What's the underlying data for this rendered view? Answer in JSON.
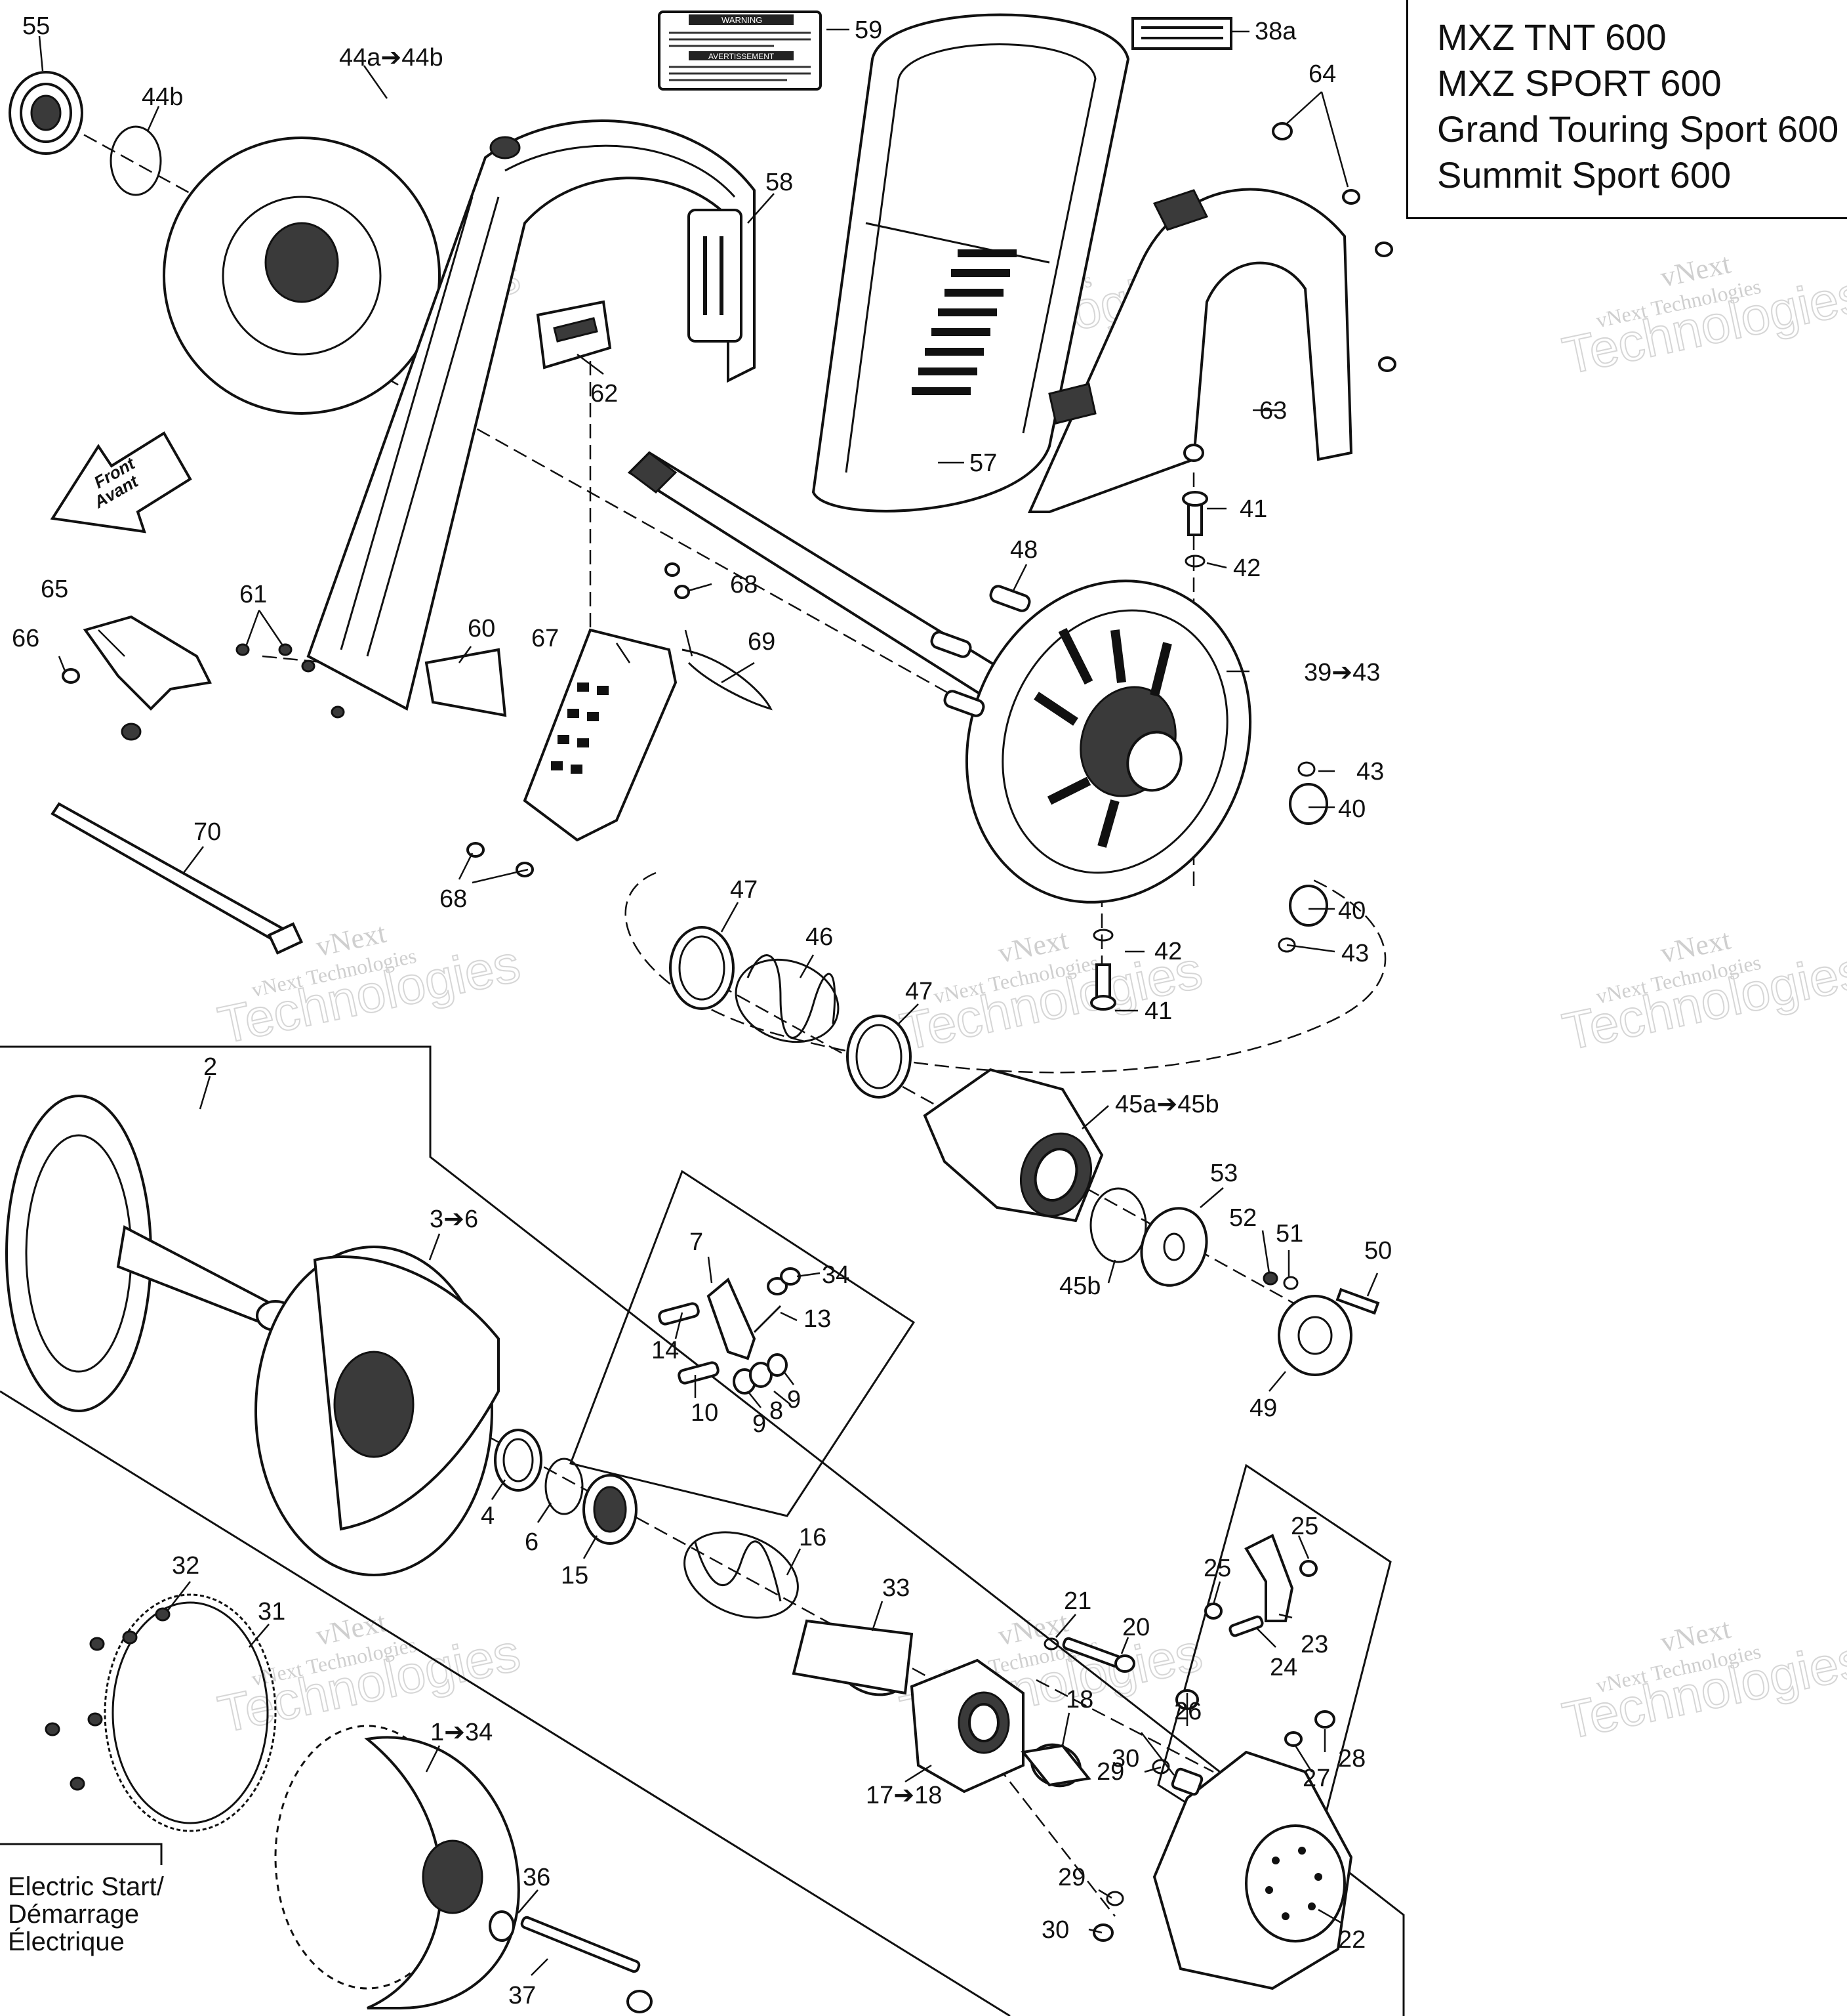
{
  "title": {
    "models": [
      "MXZ TNT 600",
      "MXZ SPORT 600",
      "Grand Touring Sport 600",
      "Summit Sport 600"
    ]
  },
  "direction_arrow": {
    "line1": "Front",
    "line2": "Avant"
  },
  "electric_start": {
    "line1": "Electric Start/",
    "line2": "Démarrage",
    "line3": "Électrique"
  },
  "watermark": {
    "brand": "vNext",
    "small": "vNext Technologies",
    "large": "Technologies"
  },
  "warning_label": {
    "heading1": "WARNING",
    "heading2": "AVERTISSEMENT"
  },
  "callouts": {
    "c55": "55",
    "c44a": "44a➔44b",
    "c44b": "44b",
    "c59": "59",
    "c38a": "38a",
    "c64": "64",
    "c58": "58",
    "c62": "62",
    "c57": "57",
    "c63": "63",
    "c41a": "41",
    "c42a": "42",
    "c48": "48",
    "c65": "65",
    "c66": "66",
    "c61": "61",
    "c60": "60",
    "c68a": "68",
    "c67": "67",
    "c69": "69",
    "c39": "39➔43",
    "c43a": "43",
    "c40a": "40",
    "c68b": "68",
    "c70": "70",
    "c47a": "47",
    "c46": "46",
    "c47b": "47",
    "c40b": "40",
    "c43b": "43",
    "c42b": "42",
    "c41b": "41",
    "c2": "2",
    "c45": "45a➔45b",
    "c53": "53",
    "c3": "3➔6",
    "c7": "7",
    "c34": "34",
    "c52": "52",
    "c51": "51",
    "c50": "50",
    "c45b": "45b",
    "c13": "13",
    "c14": "14",
    "c10": "10",
    "c9a": "9",
    "c8": "8",
    "c9b": "9",
    "c49": "49",
    "c4": "4",
    "c6": "6",
    "c15": "15",
    "c16": "16",
    "c25a": "25",
    "c25b": "25",
    "c32": "32",
    "c31": "31",
    "c33": "33",
    "c21": "21",
    "c20": "20",
    "c23": "23",
    "c24": "24",
    "c18": "18",
    "c1": "1➔34",
    "c26": "26",
    "c28": "28",
    "c30a": "30",
    "c27": "27",
    "c29a": "29",
    "c17": "17➔18",
    "c36": "36",
    "c29b": "29",
    "c30b": "30",
    "c22": "22",
    "c37": "37"
  }
}
